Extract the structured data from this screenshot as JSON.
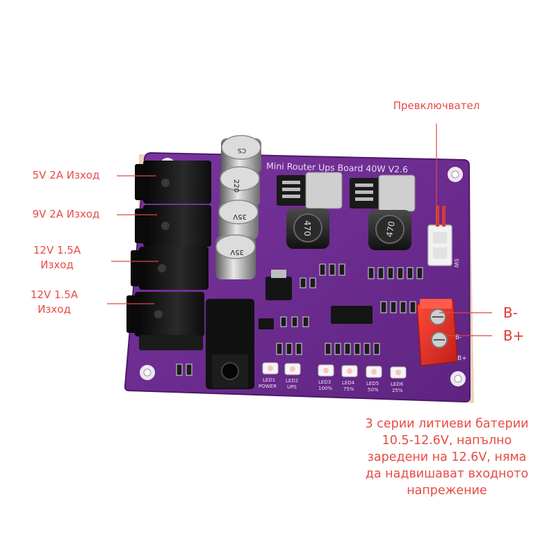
{
  "board": {
    "silkscreen_title": "Mini Router Ups Board 40W V2.6",
    "capacitor_marking": {
      "brand": "CS",
      "value": "220",
      "voltage": "35V"
    },
    "inductor_value": "470",
    "led_labels": [
      {
        "id": "LED1",
        "text": "POWER"
      },
      {
        "id": "LED2",
        "text": "UPS"
      },
      {
        "id": "LED3",
        "text": "100%"
      },
      {
        "id": "LED4",
        "text": "75%"
      },
      {
        "id": "LED5",
        "text": "50%"
      },
      {
        "id": "LED6",
        "text": "25%"
      }
    ],
    "connector_labels": {
      "switch": "SW",
      "terminal_minus": "B-",
      "terminal_plus": "B+"
    },
    "colors": {
      "pcb": "#6a2a8e",
      "terminal": "#e0302a",
      "switch_connector": "#f2f2f2"
    }
  },
  "labels": {
    "out_5v": "5V 2A Изход",
    "out_9v": "9V 2A Изход",
    "out_12v_a_line1": "12V 1.5A",
    "out_12v_a_line2": "Изход",
    "out_12v_b_line1": "12V 1.5A",
    "out_12v_b_line2": "Изход",
    "switch": "Превключвател",
    "b_minus": "B-",
    "b_plus": "B+"
  },
  "battery_note": {
    "line1": "3 серии литиеви батерии",
    "line2": "10.5-12.6V, напълно",
    "line3": "заредени на 12.6V, няма",
    "line4": "да надвишават входното",
    "line5": "напрежение"
  },
  "colors": {
    "label_text": "#e84b45",
    "callout_line": "#d94a44"
  }
}
